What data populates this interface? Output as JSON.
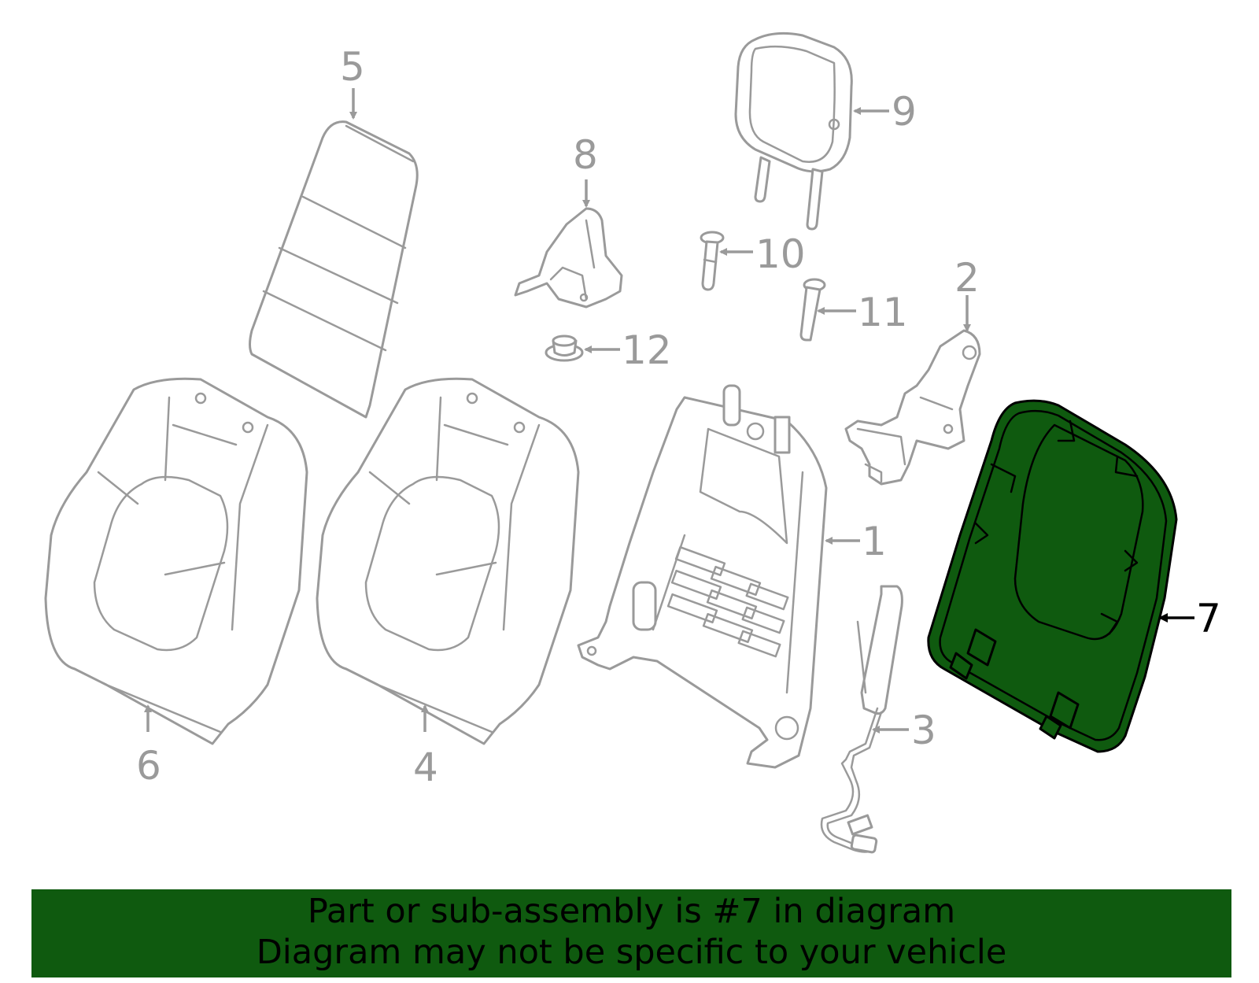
{
  "callouts": {
    "c1": "1",
    "c2": "2",
    "c3": "3",
    "c4": "4",
    "c5": "5",
    "c6": "6",
    "c7": "7",
    "c8": "8",
    "c9": "9",
    "c10": "10",
    "c11": "11",
    "c12": "12"
  },
  "highlighted_part": "7",
  "banner": {
    "line1": "Part or sub-assembly is #7 in diagram",
    "line2": "Diagram may not be specific to your vehicle"
  },
  "colors": {
    "highlight": "#0f5a0f",
    "part_outline": "#9a9a9a",
    "banner": "#0f5a0f"
  }
}
